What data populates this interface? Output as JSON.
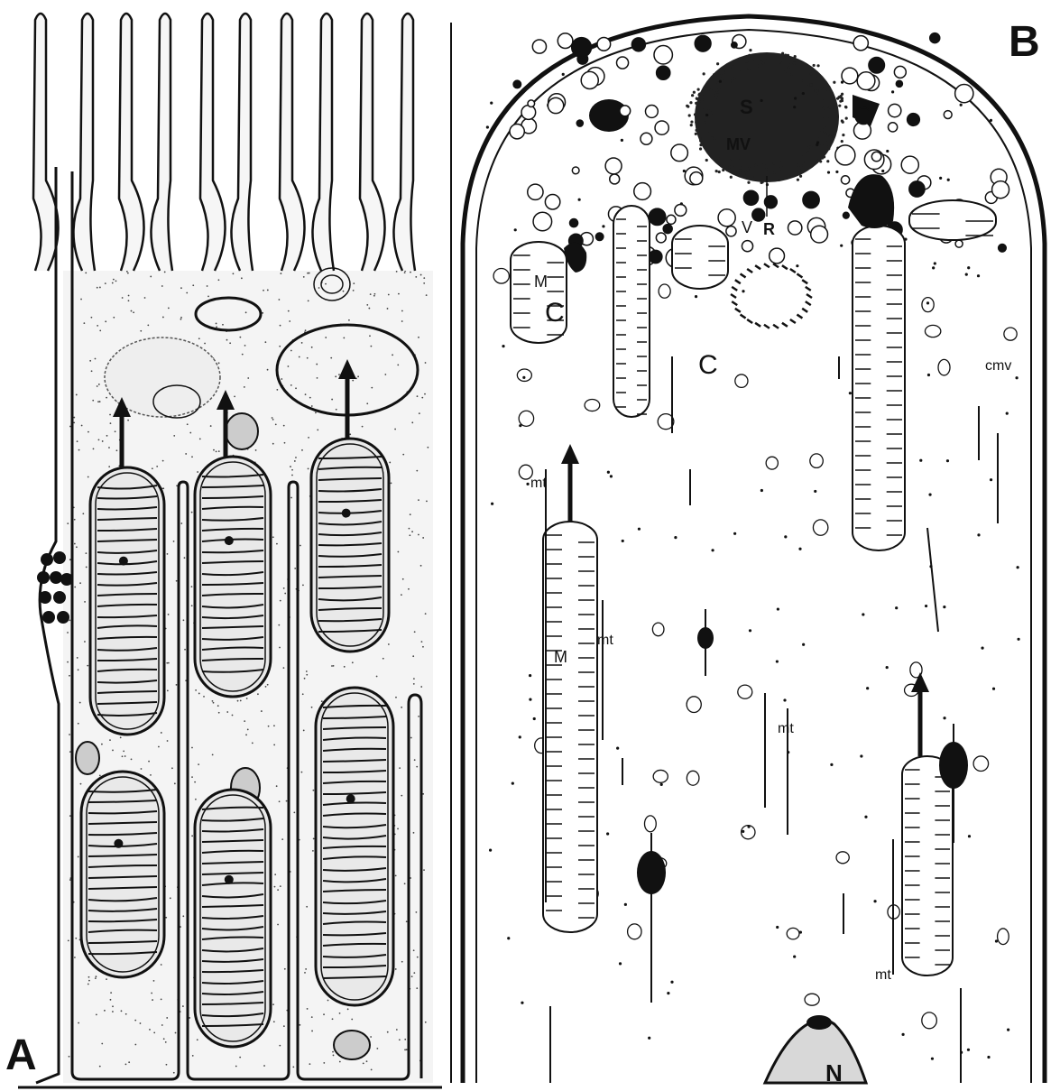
{
  "figure": {
    "panels": [
      {
        "id": "A",
        "label": "A"
      },
      {
        "id": "B",
        "label": "B"
      }
    ],
    "labels_B": {
      "s": "S",
      "mv": "MV",
      "v": "V",
      "r": "R",
      "m_top": "M",
      "c_top": "C",
      "c_mid": "C",
      "cmv": "cmv",
      "mt_1": "mt",
      "m_left": "M",
      "mt_2": "mt",
      "mt_3": "mt",
      "mt_4": "mt",
      "n": "N"
    },
    "colors": {
      "ink": "#111111",
      "background": "#ffffff"
    }
  }
}
